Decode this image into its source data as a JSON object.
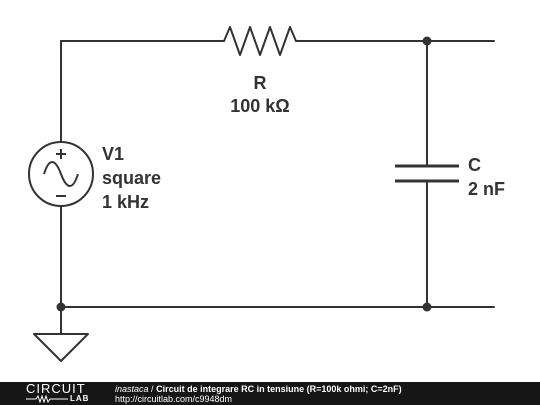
{
  "components": {
    "resistor": {
      "designator": "R",
      "value": "100 kΩ"
    },
    "capacitor": {
      "designator": "C",
      "value": "2 nF"
    },
    "source": {
      "designator": "V1",
      "waveform": "square",
      "frequency": "1 kHz"
    }
  },
  "colors": {
    "wire": "#333333",
    "text": "#333333",
    "footer_bg": "#161616",
    "footer_text": "#ffffff"
  },
  "footer": {
    "logo_top": "CIRCUIT",
    "logo_bottom": "LAB",
    "author": "inastaca",
    "separator": "/",
    "title": "Circuit de integrare RC in tensiune (R=100k ohmi; C=2nF)",
    "url": "http://circuitlab.com/c9948dm"
  }
}
